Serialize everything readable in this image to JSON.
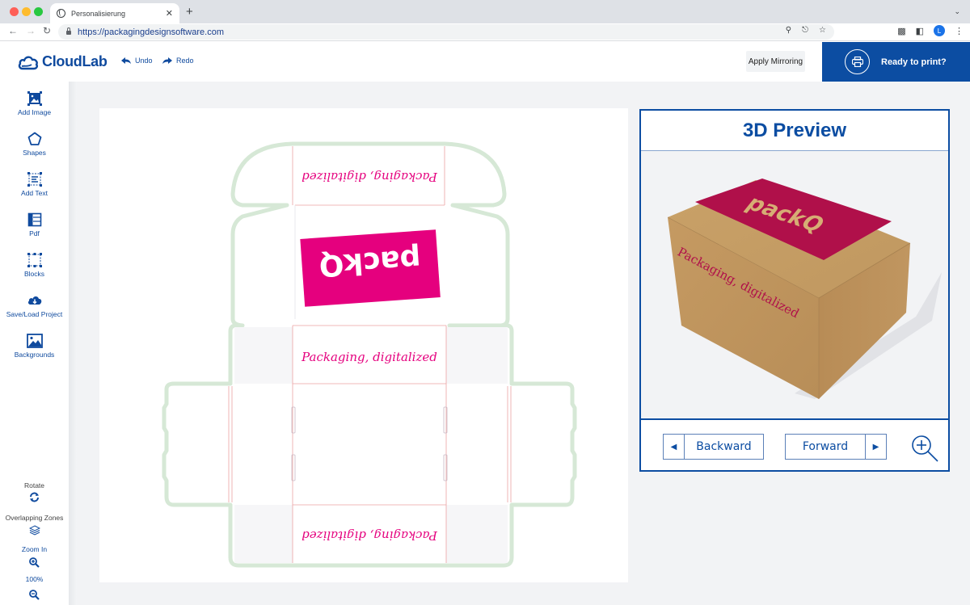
{
  "browser": {
    "tab_title": "Personalisierung",
    "tab_close": "✕",
    "new_tab": "+",
    "url": "https://packagingdesignsoftware.com",
    "profile_initial": "L"
  },
  "header": {
    "brand": "CloudLab",
    "undo_label": "Undo",
    "redo_label": "Redo",
    "mirror_label": "Apply Mirroring",
    "print_label": "Ready to print?"
  },
  "sidebar": {
    "tools": [
      {
        "label": "Add Image",
        "icon": "add-image-icon"
      },
      {
        "label": "Shapes",
        "icon": "pentagon-icon"
      },
      {
        "label": "Add Text",
        "icon": "add-text-icon"
      },
      {
        "label": "Pdf",
        "icon": "pdf-icon"
      },
      {
        "label": "Blocks",
        "icon": "blocks-icon"
      },
      {
        "label": "Save/Load Project",
        "icon": "cloud-download-icon"
      },
      {
        "label": "Backgrounds",
        "icon": "background-image-icon"
      }
    ],
    "bottom": {
      "rotate_label": "Rotate",
      "overlap_label": "Overlapping Zones",
      "zoom_in_label": "Zoom In",
      "zoom_level": "100%"
    }
  },
  "canvas": {
    "brand_logo_text": "packQ",
    "tagline": "Packaging, digitalized",
    "colors": {
      "magenta": "#e5007e",
      "dieline_outline": "#d8e8d8",
      "cut_line": "#e8a0a0"
    }
  },
  "preview": {
    "title": "3D Preview",
    "backward_label": "Backward",
    "forward_label": "Forward",
    "box_logo_text": "packQ",
    "box_tagline": "Packaging, digitalized",
    "colors": {
      "kraft": "#c9a06a",
      "label": "#b0104a"
    }
  },
  "theme": {
    "primary": "#0c4da2",
    "workspace_bg": "#f2f3f5"
  }
}
